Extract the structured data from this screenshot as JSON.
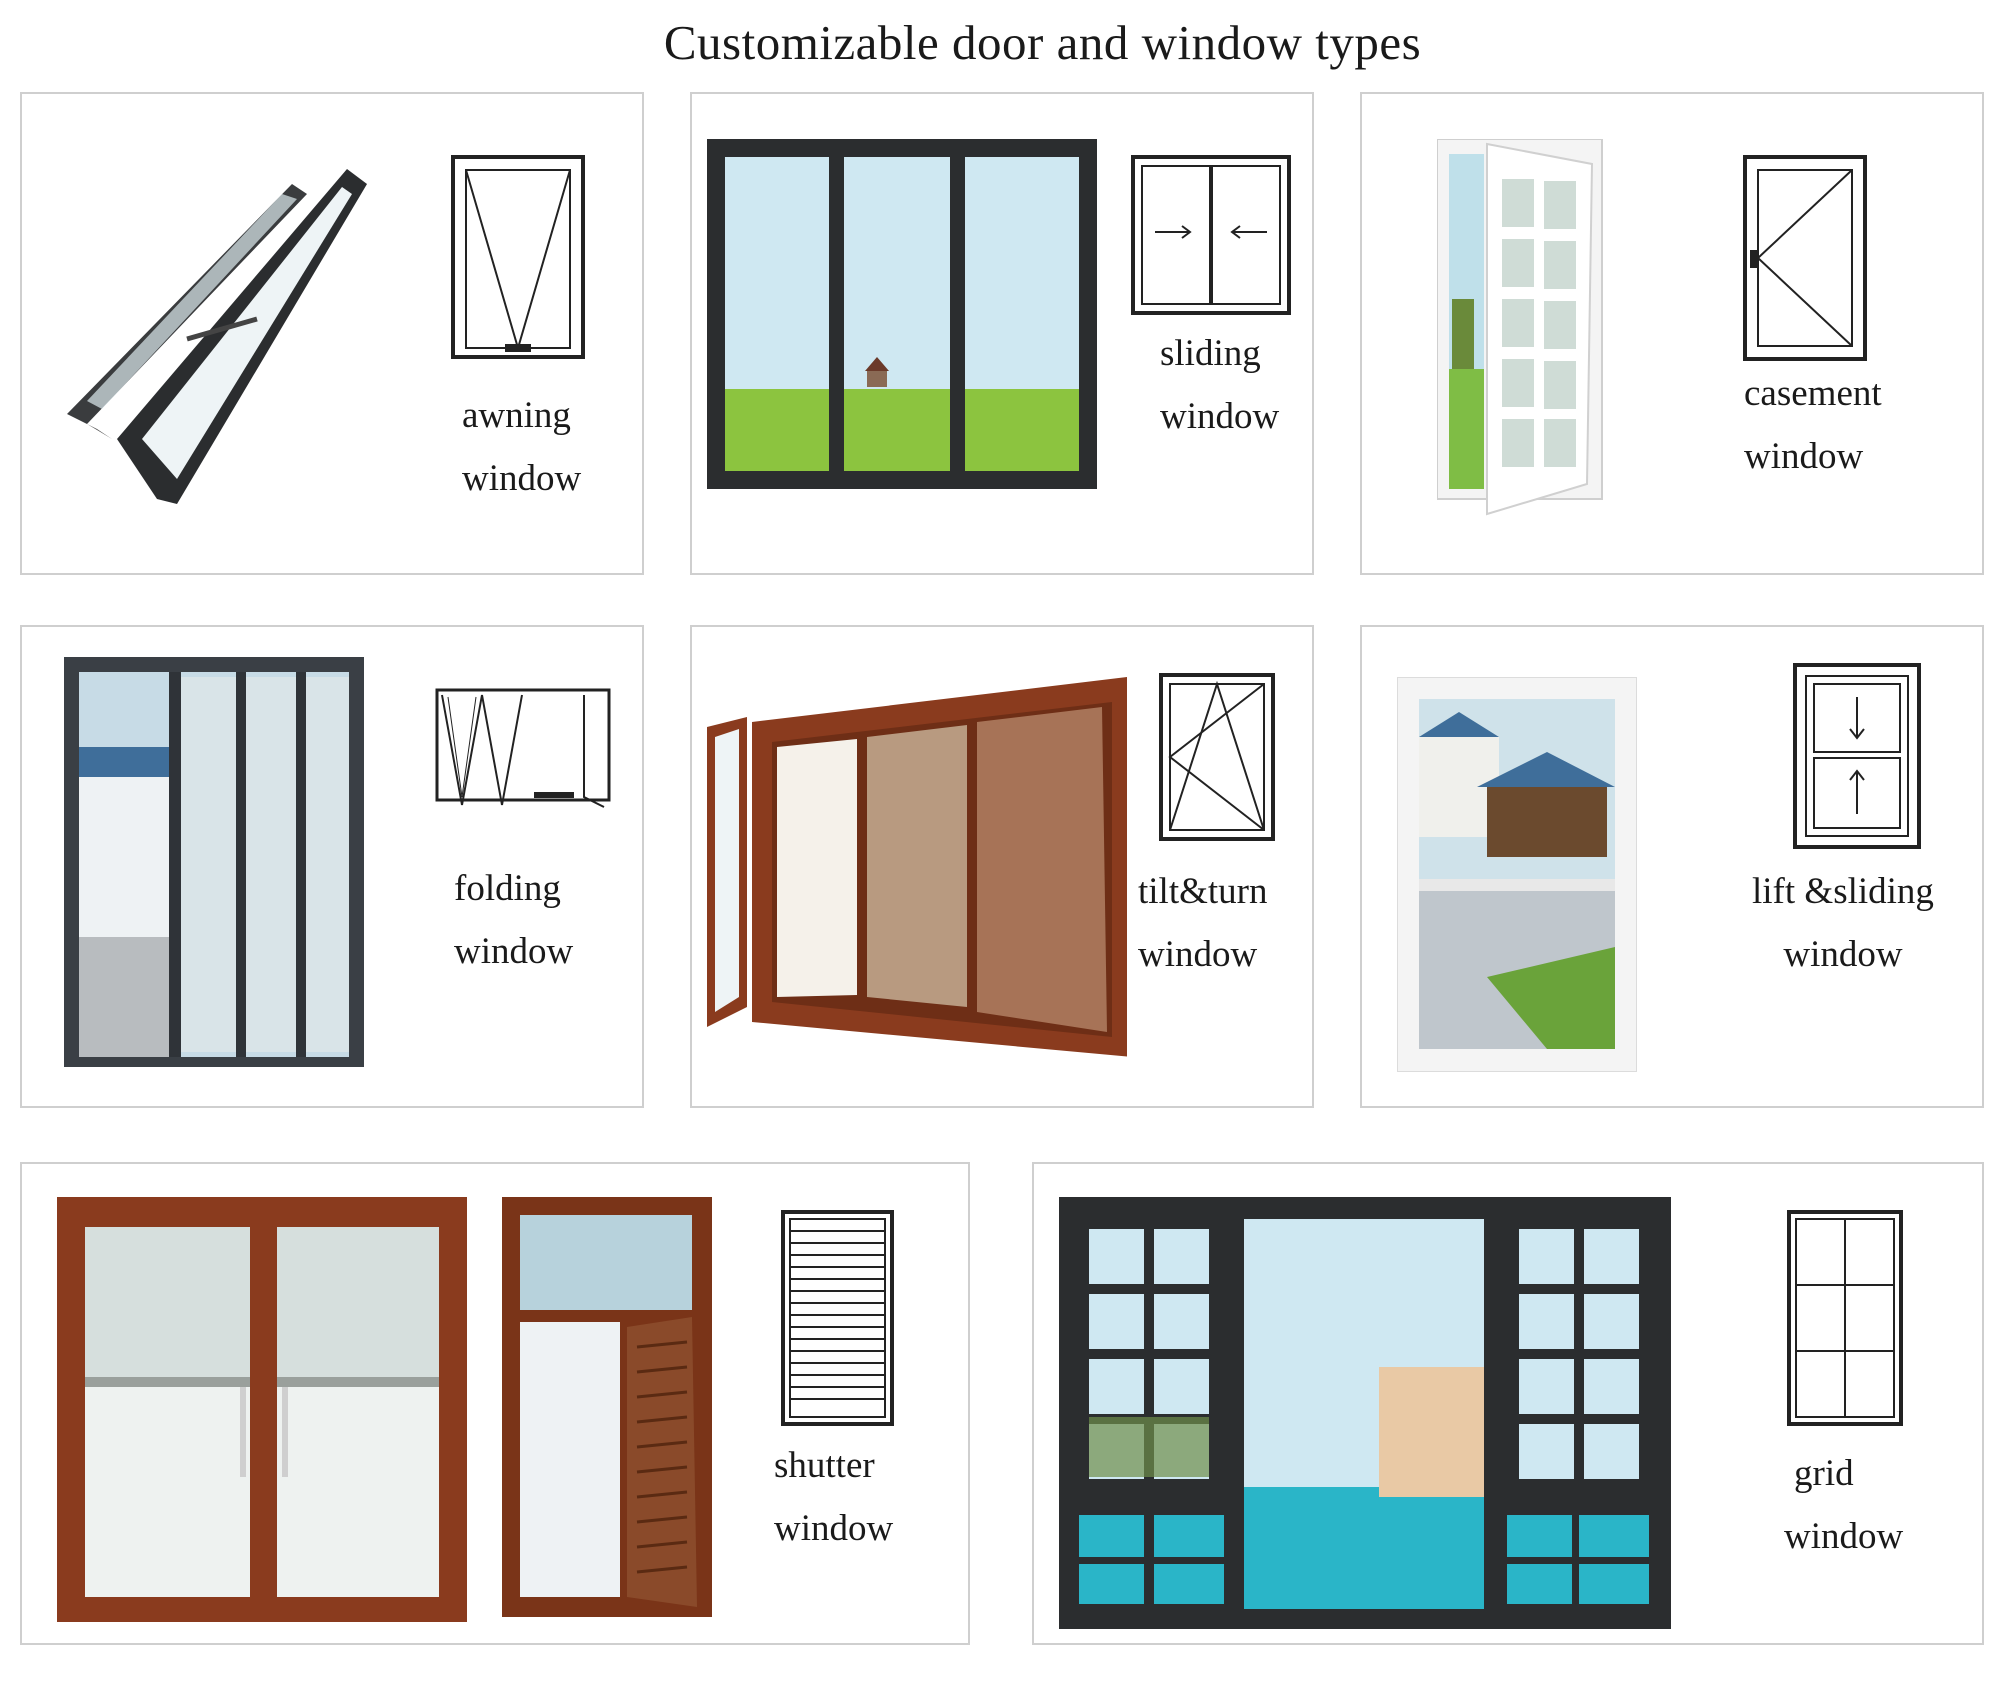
{
  "page": {
    "title": "Customizable door and window types"
  },
  "colors": {
    "frame_dark": "#2b2d2f",
    "wood": "#8a3b1e",
    "sky": "#cfe8f2",
    "grass": "#7bbd3a",
    "card_border": "#cfcfcf"
  },
  "cards": [
    {
      "id": "awning",
      "line1": "awning",
      "line2": "window",
      "icon": "awning-window-diagram"
    },
    {
      "id": "sliding",
      "line1": "sliding",
      "line2": "window",
      "icon": "sliding-window-diagram"
    },
    {
      "id": "casement",
      "line1": "casement",
      "line2": "window",
      "icon": "casement-window-diagram"
    },
    {
      "id": "folding",
      "line1": "folding",
      "line2": "window",
      "icon": "folding-window-diagram"
    },
    {
      "id": "tilt-turn",
      "line1": "tilt&turn",
      "line2": "window",
      "icon": "tilt-turn-window-diagram"
    },
    {
      "id": "lift-sliding",
      "line1": "lift &sliding",
      "line2": "window",
      "icon": "lift-sliding-window-diagram"
    },
    {
      "id": "shutter",
      "line1": "shutter",
      "line2": "window",
      "icon": "shutter-window-diagram"
    },
    {
      "id": "grid",
      "line1": "grid",
      "line2": "window",
      "icon": "grid-window-diagram"
    }
  ]
}
